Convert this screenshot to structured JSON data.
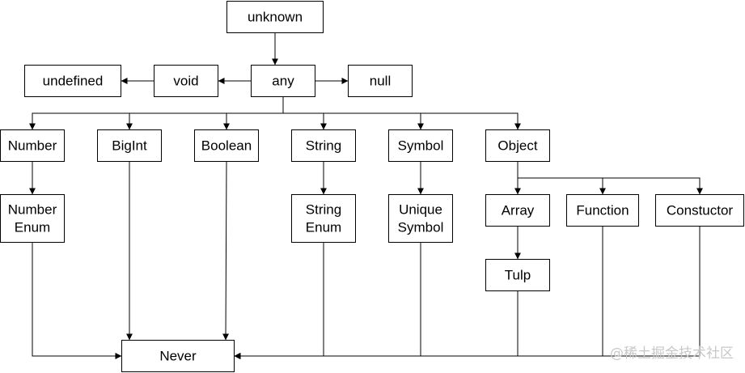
{
  "diagram": {
    "nodes": [
      {
        "id": "unknown",
        "lines": [
          "unknown"
        ]
      },
      {
        "id": "undefined",
        "lines": [
          "undefined"
        ]
      },
      {
        "id": "void",
        "lines": [
          "void"
        ]
      },
      {
        "id": "any",
        "lines": [
          "any"
        ]
      },
      {
        "id": "null",
        "lines": [
          "null"
        ]
      },
      {
        "id": "number",
        "lines": [
          "Number"
        ]
      },
      {
        "id": "bigint",
        "lines": [
          "BigInt"
        ]
      },
      {
        "id": "boolean",
        "lines": [
          "Boolean"
        ]
      },
      {
        "id": "string",
        "lines": [
          "String"
        ]
      },
      {
        "id": "symbol",
        "lines": [
          "Symbol"
        ]
      },
      {
        "id": "object",
        "lines": [
          "Object"
        ]
      },
      {
        "id": "number-enum",
        "lines": [
          "Number",
          "Enum"
        ]
      },
      {
        "id": "string-enum",
        "lines": [
          "String",
          "Enum"
        ]
      },
      {
        "id": "unique-symbol",
        "lines": [
          "Unique",
          "Symbol"
        ]
      },
      {
        "id": "array",
        "lines": [
          "Array"
        ]
      },
      {
        "id": "function",
        "lines": [
          "Function"
        ]
      },
      {
        "id": "constructor",
        "lines": [
          "Constuctor"
        ]
      },
      {
        "id": "tulp",
        "lines": [
          "Tulp"
        ]
      },
      {
        "id": "never",
        "lines": [
          "Never"
        ]
      }
    ],
    "edges": [
      {
        "from": "unknown",
        "to": "any"
      },
      {
        "from": "any",
        "to": "void"
      },
      {
        "from": "void",
        "to": "undefined"
      },
      {
        "from": "any",
        "to": "null"
      },
      {
        "from": "any",
        "to": "number"
      },
      {
        "from": "any",
        "to": "bigint"
      },
      {
        "from": "any",
        "to": "boolean"
      },
      {
        "from": "any",
        "to": "string"
      },
      {
        "from": "any",
        "to": "symbol"
      },
      {
        "from": "any",
        "to": "object"
      },
      {
        "from": "number",
        "to": "number-enum"
      },
      {
        "from": "string",
        "to": "string-enum"
      },
      {
        "from": "symbol",
        "to": "unique-symbol"
      },
      {
        "from": "object",
        "to": "array"
      },
      {
        "from": "object",
        "to": "function"
      },
      {
        "from": "object",
        "to": "constructor"
      },
      {
        "from": "array",
        "to": "tulp"
      },
      {
        "from": "number-enum",
        "to": "never"
      },
      {
        "from": "bigint",
        "to": "never"
      },
      {
        "from": "boolean",
        "to": "never"
      },
      {
        "from": "string-enum",
        "to": "never"
      },
      {
        "from": "unique-symbol",
        "to": "never"
      },
      {
        "from": "tulp",
        "to": "never"
      },
      {
        "from": "function",
        "to": "never"
      },
      {
        "from": "constructor",
        "to": "never"
      }
    ]
  },
  "watermark": "@稀土掘金技术社区"
}
